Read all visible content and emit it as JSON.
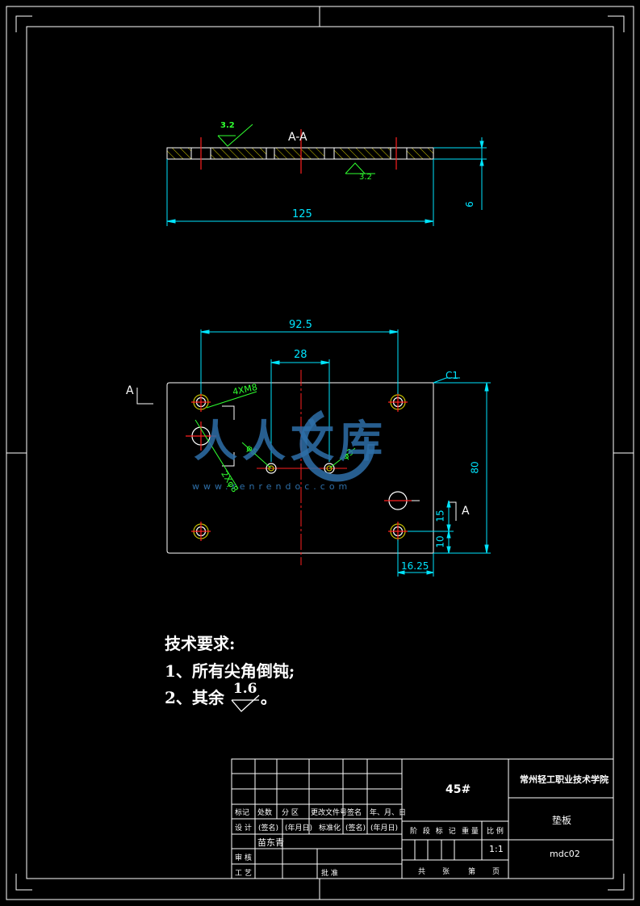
{
  "section": {
    "label": "A-A",
    "roughness_top": "3.2",
    "roughness_bottom": "3.2",
    "dim_width": "125",
    "dim_thickness": "6"
  },
  "plan": {
    "view_marker": "A",
    "section_marker": "A",
    "chamfer": "C1",
    "dim_hole_span": "92.5",
    "dim_pin_span": "28",
    "dim_height": "80",
    "dim_15": "15",
    "dim_10": "10",
    "dim_edge": "16.25",
    "thread_holes": "4XM8",
    "big_holes": "2Xφ8",
    "pin_left": "φ5",
    "pin_right": "φ3"
  },
  "watermark": {
    "chars": "人人文库",
    "url": "www.renrendoc.com"
  },
  "requirements": {
    "heading": "技术要求:",
    "item1": "1、所有尖角倒钝;",
    "item2_prefix": "2、其余",
    "item2_value": "1.6",
    "item2_suffix": "。"
  },
  "titleblock": {
    "material": "45#",
    "school": "常州轻工职业技术学院",
    "part_name": "垫板",
    "drawing_no": "mdc02",
    "scale": "1:1",
    "h_mark": "标记",
    "h_count": "处数",
    "h_zone": "分 区",
    "h_docno": "更改文件号",
    "h_sign": "签名",
    "h_date": "年、月、日",
    "r_design": "设 计",
    "r_sign": "(签名)",
    "r_date": "(年月日)",
    "r_std": "标准化",
    "r_sign2": "(签名)",
    "r_date2": "(年月日)",
    "designer": "苗东青",
    "r_review": "审 核",
    "r_process": "工 艺",
    "r_approve": "批 准",
    "stage": "阶 段 标 记",
    "weight": "重 量",
    "ratio": "比 例",
    "total": "共",
    "sheets": "张",
    "sheet_no": "第",
    "page": "页"
  }
}
